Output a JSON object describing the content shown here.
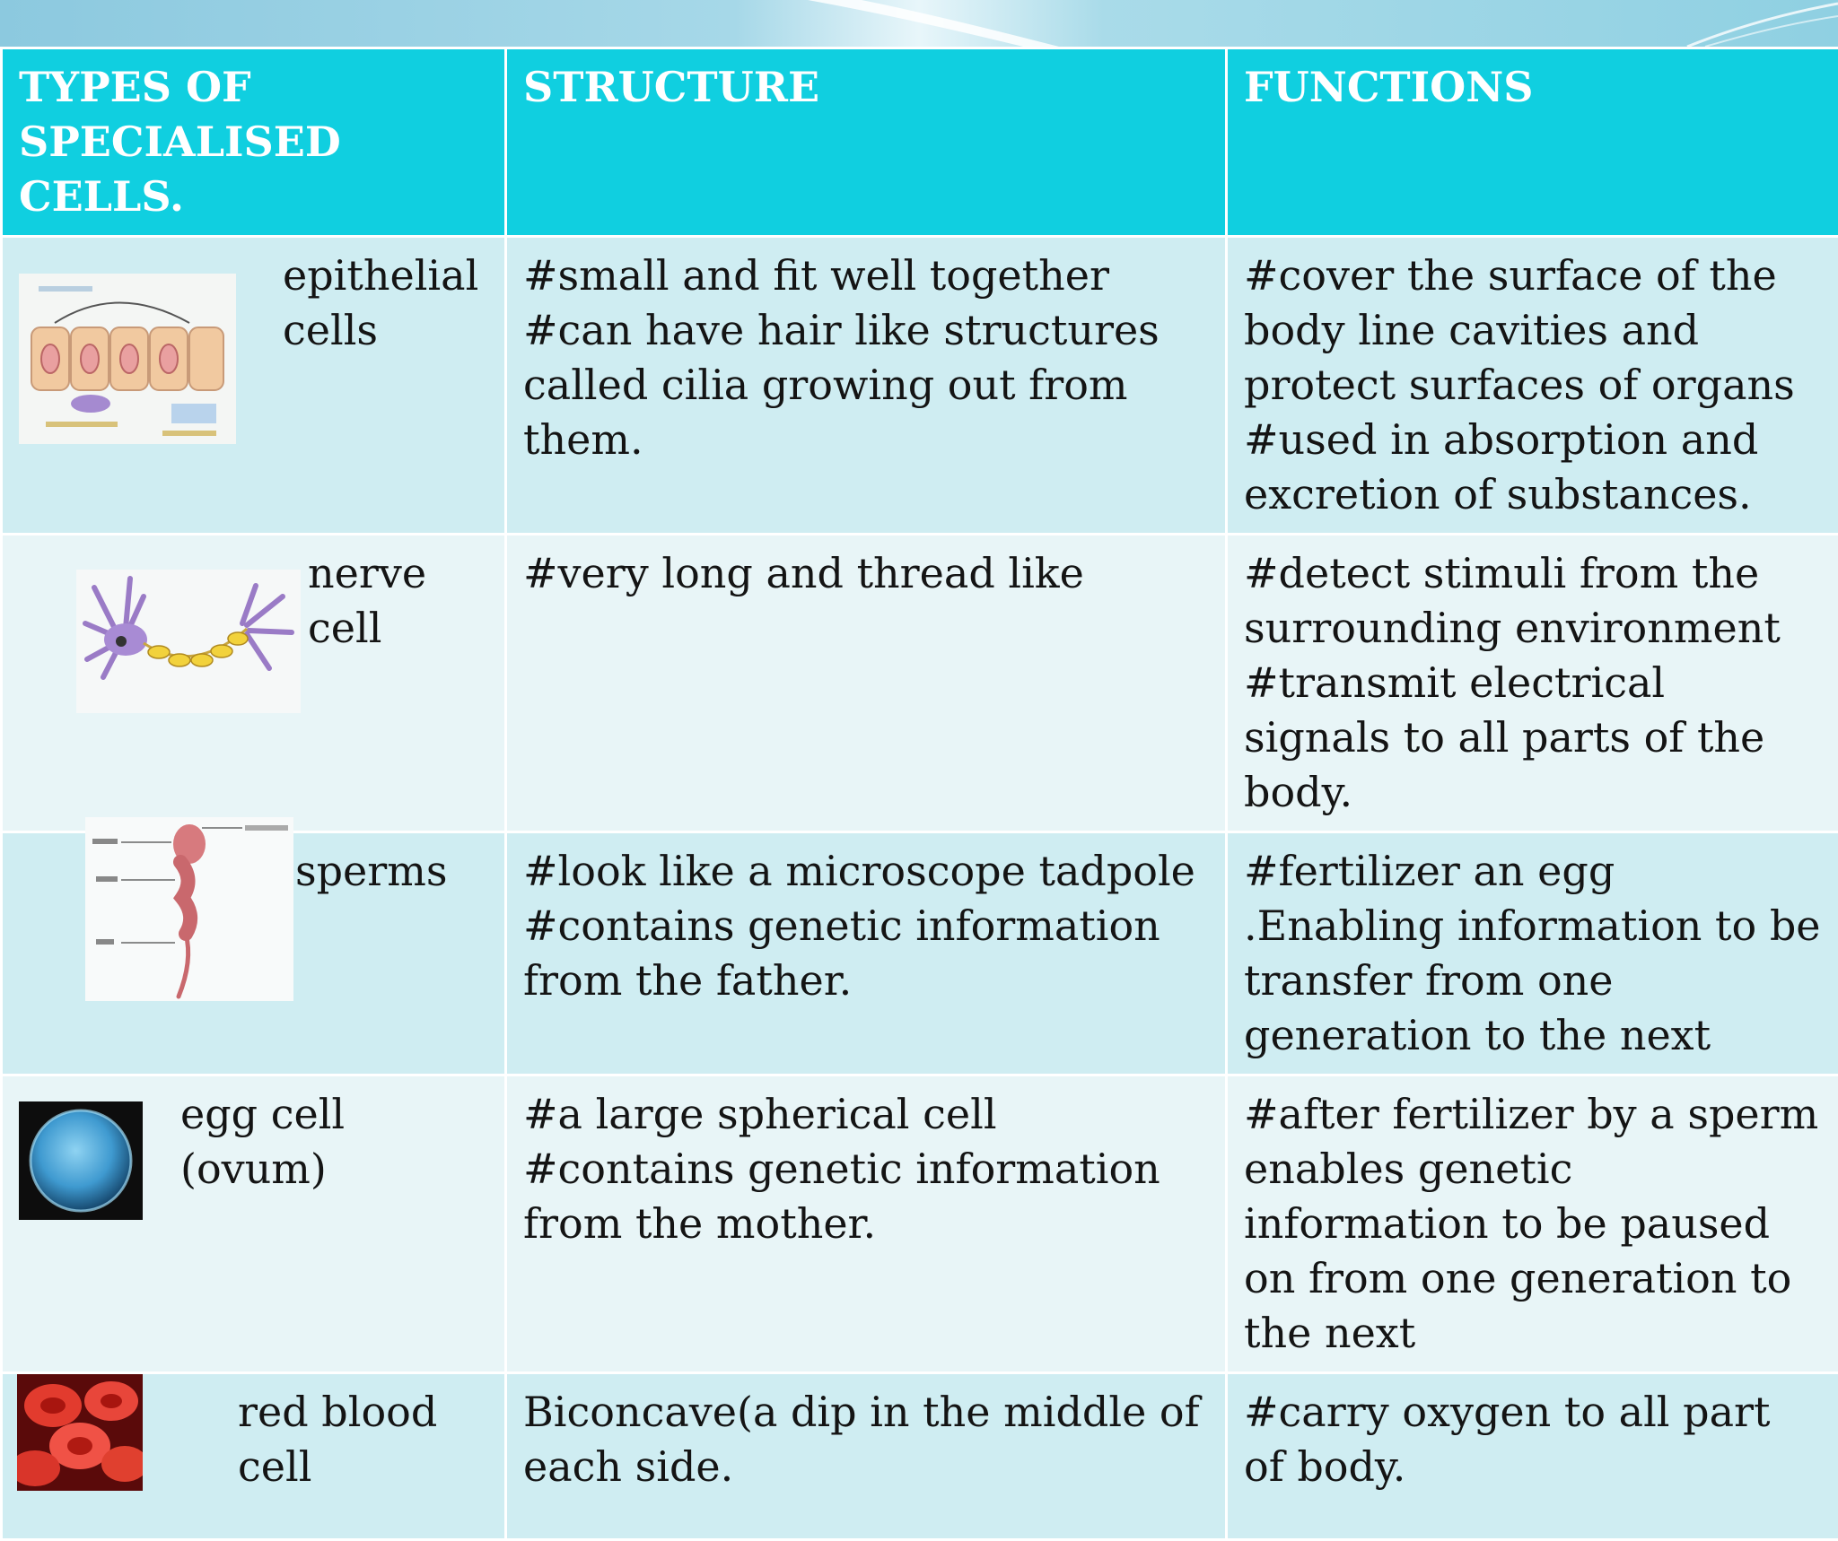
{
  "table": {
    "headers": [
      "TYPES OF SPECIALISED CELLS.",
      "STRUCTURE",
      "FUNCTIONS"
    ],
    "rows": [
      {
        "type": "epithelial\ncells",
        "icon": "epithelial-cells-icon",
        "structure": "#small and fit well together\n#can  have hair like structures called cilia growing out from them.",
        "functions": "#cover the surface of the body line cavities and protect surfaces of organs\n#used in absorption and excretion of substances."
      },
      {
        "type": "nerve\n cell",
        "icon": "nerve-cell-icon",
        "structure": "#very long and thread like",
        "functions": "#detect stimuli from the surrounding environment\n#transmit electrical  signals to all parts of the body."
      },
      {
        "type": "sperms",
        "icon": "sperm-cell-icon",
        "structure": "#look like a microscope tadpole\n#contains genetic information from the father.",
        "functions": "#fertilizer an egg .Enabling information to be transfer from one generation to the next"
      },
      {
        "type": "egg cell\n(ovum)",
        "icon": "egg-cell-icon",
        "structure": "#a large spherical cell\n#contains genetic information from the mother.",
        "functions": "#after fertilizer by a sperm enables genetic information to be paused on from one generation to the next"
      },
      {
        "type": "red blood\n   cell",
        "icon": "red-blood-cell-icon",
        "structure": "Biconcave(a dip in the middle of each side.",
        "functions": "#carry oxygen to all part of body."
      }
    ]
  },
  "colors": {
    "header_bg": "#10cfe0",
    "row_odd_bg": "#cfedf2",
    "row_even_bg": "#e8f5f7",
    "band": "#8cc9df"
  }
}
